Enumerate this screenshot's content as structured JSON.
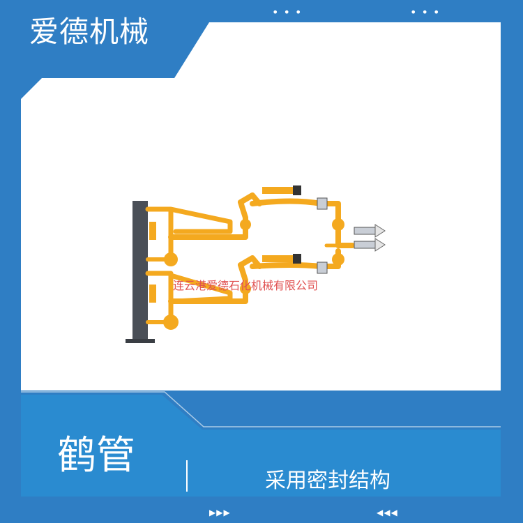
{
  "brand": {
    "name": "爱德机械"
  },
  "watermark": {
    "company": "连云港爱德石化机械有限公司"
  },
  "product": {
    "name": "鹤管"
  },
  "feature": {
    "text": "采用密封结构"
  },
  "decor": {
    "dots": "• • •",
    "left_arrows": "▶▶▶",
    "right_arrows": "◀◀◀"
  },
  "colors": {
    "frame_blue": "#2f7ec4",
    "accent_blue": "#2a8bd0",
    "card_white": "#ffffff",
    "pipe_orange": "#f4a91f",
    "column_gray": "#4a4f57"
  },
  "icons": [
    "loading-arm-illustration"
  ]
}
